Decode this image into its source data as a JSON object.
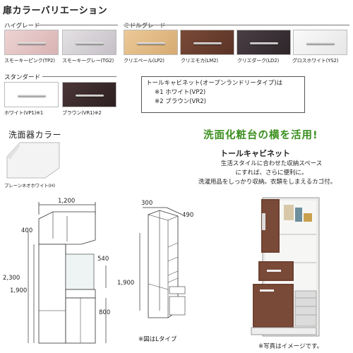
{
  "door_color": {
    "title": "扉カラーバリエーション",
    "high_grade": {
      "label": "ハイグレード",
      "swatches": [
        {
          "label": "スモーキーピンク(TP2)",
          "color": "#e7c9c9"
        },
        {
          "label": "スモーキーグレー(TG2)",
          "color": "#d6d3d6"
        }
      ]
    },
    "middle_grade": {
      "label": "ミドルグレード",
      "swatches": [
        {
          "label": "クリエペール(LP2)",
          "color": "#e3bd89"
        },
        {
          "label": "クリエモカ(LM2)",
          "color": "#6a3f30"
        },
        {
          "label": "クリエダーク(LD2)",
          "color": "#3c3237"
        },
        {
          "label": "グロスホワイト(YS2)",
          "color": "#f4f4f4"
        }
      ]
    },
    "standard": {
      "label": "スタンダード",
      "swatches": [
        {
          "label": "ホワイト(VP1)※1",
          "color": "#ffffff"
        },
        {
          "label": "ブラウン(VR1)※2",
          "color": "#3e2c2e"
        }
      ]
    },
    "note": {
      "line1": "トールキャビネット(オープンランドリータイプ)は",
      "line2": "※1 ホワイト(VP2)",
      "line3": "※2 ブラウン(VR2)"
    }
  },
  "basin_color": {
    "title": "洗面器カラー",
    "swatch_label": "プレーンネオホワイト(H)",
    "color": "#f5f5f5"
  },
  "promo": {
    "headline": "洗面化粧台の横を活用!",
    "subtitle": "トールキャビネット",
    "line1": "生活スタイルに合わせた収納スペース",
    "line2": "にすれば、さらに便利に。",
    "line3": "洗濯用品をしっかり収納。衣類をしまえるカゴ付。",
    "photo_note": "※写真はイメージです。"
  },
  "drawing1": {
    "width": "1,200",
    "d400": "400",
    "d540": "540",
    "d2300": "2,300",
    "d1900": "1,900",
    "d800": "800"
  },
  "drawing2": {
    "d300": "300",
    "d490": "490",
    "d1900": "1,900",
    "note": "※図はLタイプ"
  }
}
